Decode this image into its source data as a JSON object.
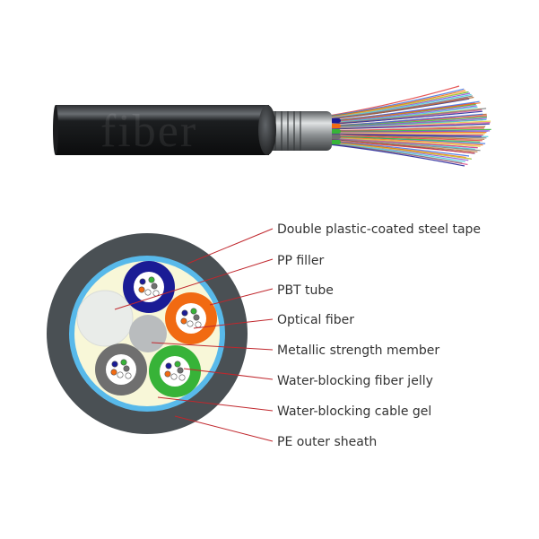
{
  "watermark": "fiber",
  "colors": {
    "outer_sheath": "#4a5054",
    "steel_tape": "#58b9ea",
    "cable_gel": "#f8f7d8",
    "pp_filler": "#e9ece9",
    "strength_member": "#b9bcbe",
    "leader_line": "#c0272d",
    "label_text": "#333333",
    "tube_blue": "#1a1c95",
    "tube_orange": "#f16a12",
    "tube_grey": "#6f6f6f",
    "tube_green": "#37b338",
    "fiber_jelly": "#ffffff"
  },
  "callouts": [
    {
      "label": "Double plastic-coated steel tape"
    },
    {
      "label": "PP filler"
    },
    {
      "label": "PBT tube"
    },
    {
      "label": "Optical fiber"
    },
    {
      "label": "Metallic strength member"
    },
    {
      "label": "Water-blocking fiber jelly"
    },
    {
      "label": "Water-blocking cable gel"
    },
    {
      "label": "PE outer sheath"
    }
  ]
}
